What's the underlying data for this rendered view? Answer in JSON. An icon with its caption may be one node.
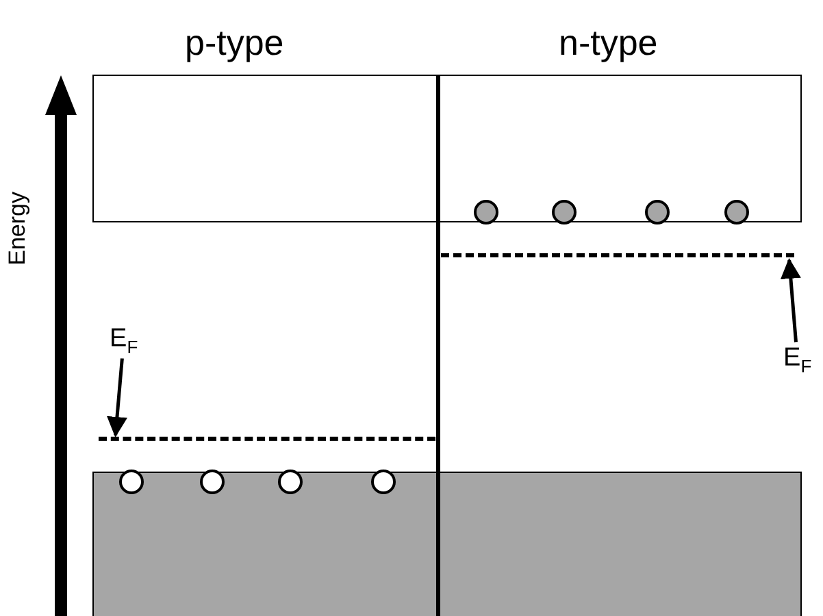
{
  "diagram": {
    "nodes": [
      {
        "text": [
          "E$_{F}$"
        ]
      },
      {
        "text": [],
        "shape": "line"
      },
      {
        "text": [
          "E$_{F}$"
        ]
      },
      {
        "text": [],
        "shape": "line"
      }
    ],
    "edges": [
      {
        "from": 0,
        "to": 1,
        "arrow": "to"
      },
      {
        "from": 2,
        "to": 3,
        "arrow": "to"
      }
    ],
    "labels": [
      "p-type",
      "n-type",
      "Energy"
    ]
  }
}
